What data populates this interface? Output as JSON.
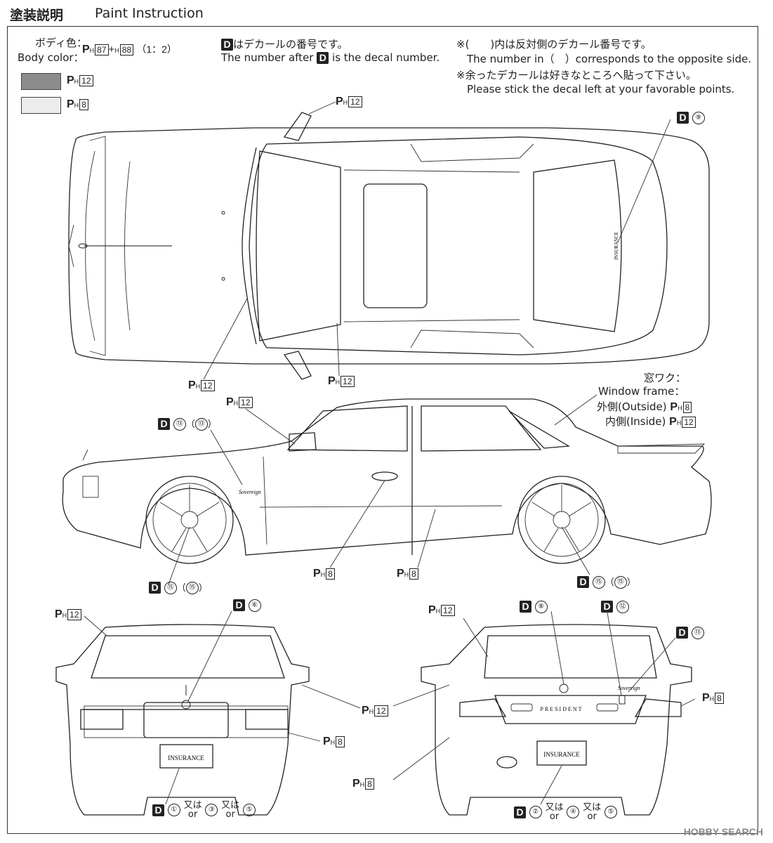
{
  "header": {
    "title_jp": "塗装説明",
    "title_en": "Paint Instruction"
  },
  "body_color": {
    "label_jp": "ボディ色：",
    "label_en": "Body color：",
    "mix_a": "87",
    "plus": "+",
    "mix_b": "88",
    "ratio": "（1：2）"
  },
  "swatches": [
    {
      "color": "#8c8c8c",
      "code": "12"
    },
    {
      "color": "#ececec",
      "code": "8"
    }
  ],
  "notes": {
    "decal_jp": "はデカールの番号です。",
    "decal_en_pre": "The number after",
    "decal_en_post": "is the decal number.",
    "opposite_jp": "※(　　)内は反対側のデカール番号です。",
    "opposite_en": "The number in（　）corresponds to the opposite side.",
    "leftover_jp": "※余ったデカールは好きなところへ貼って下さい。",
    "leftover_en": "Please stick the decal left at your favorable points."
  },
  "ph_prefix": {
    "p": "P",
    "h": "H"
  },
  "d_prefix": "D",
  "or_jp": "又は",
  "or_en": "or",
  "window_frame": {
    "label_jp": "窓ワク：",
    "label_en": "Window frame：",
    "outside": "外側(Outside)",
    "outside_code": "8",
    "inside": "内側(Inside)",
    "inside_code": "12"
  },
  "callouts": {
    "top_mirror": "12",
    "top_left": "12",
    "top_center": "12",
    "top_decal": "⑨",
    "side_mirror": "12",
    "side_decal_a": "⑬",
    "side_decal_b": "⑬",
    "side_wheel_front_a": "⑮",
    "side_wheel_front_b": "⑮",
    "side_wheel_rear_a": "⑮",
    "side_wheel_rear_b": "⑮",
    "side_ph_a": "8",
    "side_ph_b": "8",
    "front_ph_top": "12",
    "front_decal": "⑥",
    "front_ph_right": "12",
    "front_ph_bumper": "8",
    "front_plate_opts": [
      "①",
      "③",
      "⑤"
    ],
    "rear_ph_top": "12",
    "rear_decal_a": "⑧",
    "rear_decal_b": "⑫",
    "rear_decal_c": "⑬",
    "rear_ph_right": "8",
    "rear_ph_left": "8",
    "rear_plate_opts": [
      "②",
      "④",
      "⑤"
    ]
  },
  "car_text": {
    "insurance": "INSURANCE",
    "president": "PRESIDENT",
    "script": "Sovereign"
  },
  "watermark": "HOBBY SEARCH"
}
